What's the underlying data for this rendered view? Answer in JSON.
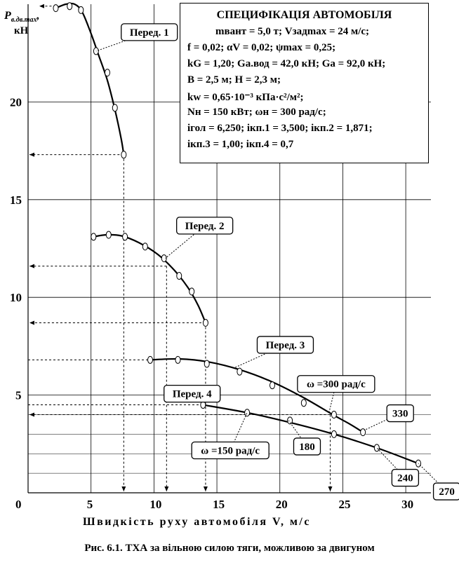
{
  "chart_data": {
    "type": "line",
    "xlabel": "Швидкість руху автомобіля V, м/с",
    "ylabel": "Pв.дв.max, кН",
    "ylabel_sym": "P",
    "ylabel_sub": "в.дв.max",
    "ylabel_unit": "кН",
    "xlim": [
      0,
      32
    ],
    "ylim": [
      0,
      25
    ],
    "x_ticks": [
      0,
      5,
      10,
      15,
      20,
      25,
      30
    ],
    "y_ticks": [
      5,
      10,
      15,
      20
    ],
    "grid": true,
    "series": [
      {
        "name": "Перед. 1",
        "points": [
          [
            2.2,
            24.8
          ],
          [
            3.3,
            24.9
          ],
          [
            4.2,
            24.7
          ],
          [
            5.4,
            22.6
          ],
          [
            6.3,
            21.5
          ],
          [
            6.9,
            19.7
          ],
          [
            7.6,
            17.3
          ]
        ],
        "curve": [
          [
            2.2,
            24.8
          ],
          [
            3,
            25.0
          ],
          [
            3.7,
            25.0
          ],
          [
            4.3,
            24.6
          ],
          [
            5,
            23.5
          ],
          [
            5.6,
            22.4
          ],
          [
            6.3,
            21.1
          ],
          [
            6.9,
            19.6
          ],
          [
            7.4,
            18.1
          ],
          [
            7.6,
            17.3
          ]
        ]
      },
      {
        "name": "Перед. 2",
        "points": [
          [
            5.2,
            13.1
          ],
          [
            6.4,
            13.2
          ],
          [
            7.7,
            13.1
          ],
          [
            9.3,
            12.6
          ],
          [
            10.8,
            12.0
          ],
          [
            12,
            11.1
          ],
          [
            13,
            10.3
          ],
          [
            14.1,
            8.7
          ]
        ],
        "curve": [
          [
            5.2,
            13.1
          ],
          [
            6.2,
            13.2
          ],
          [
            7.4,
            13.15
          ],
          [
            8.8,
            12.8
          ],
          [
            10.3,
            12.2
          ],
          [
            11.6,
            11.4
          ],
          [
            12.7,
            10.5
          ],
          [
            13.5,
            9.6
          ],
          [
            14.1,
            8.7
          ]
        ]
      },
      {
        "name": "Перед. 3",
        "points": [
          [
            9.7,
            6.8
          ],
          [
            11.9,
            6.8
          ],
          [
            14.2,
            6.6
          ],
          [
            16.8,
            6.2
          ],
          [
            19.4,
            5.5
          ],
          [
            21.9,
            4.6
          ],
          [
            24.3,
            4.0
          ],
          [
            26.6,
            3.1
          ]
        ],
        "curve": [
          [
            9.7,
            6.8
          ],
          [
            12,
            6.85
          ],
          [
            14.3,
            6.7
          ],
          [
            16.8,
            6.3
          ],
          [
            19.3,
            5.7
          ],
          [
            21.8,
            4.9
          ],
          [
            24.2,
            4.0
          ],
          [
            25.6,
            3.5
          ],
          [
            26.6,
            3.1
          ]
        ]
      },
      {
        "name": "Перед. 4",
        "points": [
          [
            13.9,
            4.5
          ],
          [
            17.4,
            4.1
          ],
          [
            20.8,
            3.7
          ],
          [
            24.3,
            3.0
          ],
          [
            27.7,
            2.3
          ],
          [
            31,
            1.5
          ]
        ],
        "curve": [
          [
            13.9,
            4.5
          ],
          [
            17.4,
            4.1
          ],
          [
            20.8,
            3.6
          ],
          [
            24.3,
            3.0
          ],
          [
            27.7,
            2.3
          ],
          [
            31,
            1.5
          ]
        ]
      }
    ],
    "legend_labels": [
      {
        "text": "Перед. 1",
        "x": 7.4,
        "y": 24.0,
        "pointer": [
          5.4,
          22.6
        ]
      },
      {
        "text": "Перед. 2",
        "x": 11.8,
        "y": 14.1,
        "pointer": [
          10.9,
          12.0
        ]
      },
      {
        "text": "Перед. 3",
        "x": 18.2,
        "y": 8.0,
        "pointer": [
          16.4,
          6.4
        ]
      },
      {
        "text": "Перед. 4",
        "x": 10.8,
        "y": 5.5,
        "pointer": [
          14.1,
          4.6
        ]
      }
    ],
    "annotations": [
      {
        "text": "ω =300 рад/с",
        "x": 21.4,
        "y": 6.0,
        "pointer": [
          23.9,
          4.1
        ]
      },
      {
        "text": "330",
        "x": 28.5,
        "y": 4.5,
        "pointer": [
          26.7,
          3.2
        ]
      },
      {
        "text": "ω =150 рад/с",
        "x": 13.0,
        "y": 2.6,
        "pointer": [
          17.4,
          4.1
        ]
      },
      {
        "text": "180",
        "x": 21.1,
        "y": 2.8,
        "pointer": [
          20.7,
          3.7
        ]
      },
      {
        "text": "240",
        "x": 28.9,
        "y": 1.2,
        "pointer": [
          27.7,
          2.3
        ]
      },
      {
        "text": "270",
        "x": 32.2,
        "y": 0.5,
        "pointer": [
          31.0,
          1.5
        ]
      }
    ],
    "reference_lines": [
      {
        "from": [
          7.6,
          17.3
        ],
        "to_x": [
          7.6,
          0
        ],
        "to_y": [
          0,
          17.3
        ]
      },
      {
        "from": [
          14.1,
          8.7
        ],
        "to_x": [
          14.1,
          0
        ],
        "to_y": [
          0,
          8.7
        ]
      },
      {
        "from": [
          11.0,
          11.6
        ],
        "to_x": [
          11.0,
          0
        ],
        "to_y": [
          0,
          11.6
        ]
      },
      {
        "from": [
          0,
          6.8
        ],
        "to_y": [
          9.7,
          6.8
        ]
      },
      {
        "from": [
          0,
          4.5
        ],
        "to_y": [
          13.9,
          4.5
        ]
      },
      {
        "from": [
          24.0,
          4.0
        ],
        "to_x": [
          24.0,
          0
        ],
        "to_y": [
          0,
          4.0
        ]
      }
    ],
    "title_arrow": {
      "from": [
        2.2,
        24.9
      ],
      "to": [
        0,
        24.9
      ]
    }
  },
  "spec": {
    "title": "СПЕЦИФІКАЦІЯ АВТОМОБІЛЯ",
    "lines": [
      "mвант = 5,0 т;      Vзадmax = 24 м/с;",
      "f = 0,02;    αV = 0,02;    ψmax = 0,25;",
      "kG = 1,20;  Gа.вод = 42,0 кН;  Gа = 92,0 кН;",
      "B = 2,5 м;  H = 2,3 м;",
      "kw = 0,65·10⁻³ кПа·с²/м²;",
      "Nн = 150 кВт;     ωн = 300 рад/с;",
      "iгол = 6,250;    iкп.1 = 3,500;    iкп.2 = 1,871;",
      "iкп.3 = 1,00;     iкп.4 = 0,7"
    ]
  },
  "caption": "Рис. 6.1. ТХА за вільною силою тяги, можливою за двигуном"
}
